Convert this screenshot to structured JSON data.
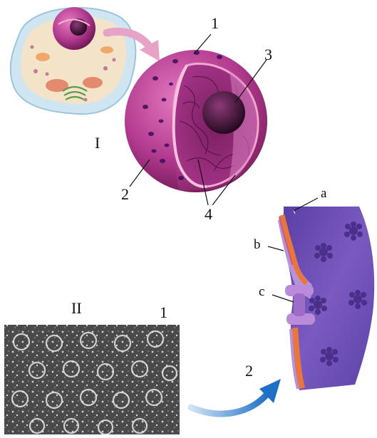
{
  "panel_I": {
    "roman": "I",
    "labels": {
      "one": "1",
      "two": "2",
      "three": "3",
      "four": "4"
    }
  },
  "panel_II": {
    "roman": "II",
    "micrograph_label": "1",
    "diagram_label": "2",
    "layer_labels": {
      "a": "a",
      "b": "b",
      "c": "c"
    }
  },
  "colors": {
    "nucleus": "#b23a8f",
    "nucleolus": "#3a1030",
    "envelope_outer": "#e06fae",
    "cell_cytoplasm": "#f3e3c8",
    "membrane_panel": "#6f4fb0",
    "membrane_orange": "#e9763a",
    "arrow_blue": "#2f7fd0",
    "arrow_pink": "#e7a3c6"
  }
}
